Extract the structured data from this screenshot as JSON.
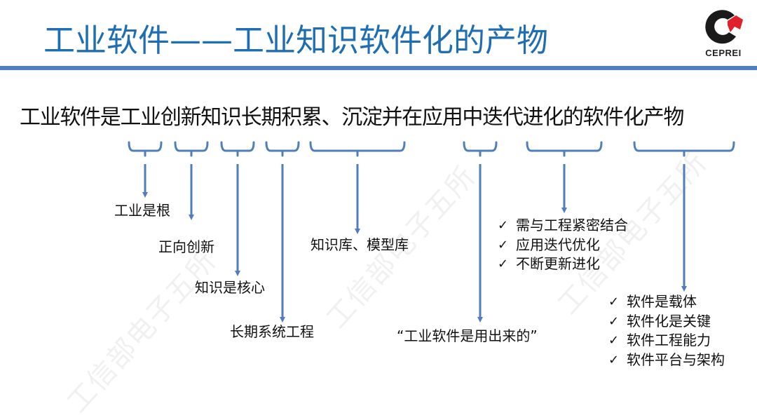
{
  "slide": {
    "title": "工业软件——工业知识软件化的产物",
    "logo": {
      "name": "CEPREI",
      "text": "CEPREI"
    },
    "colors": {
      "title": "#1f6db3",
      "header_bar": "#4f7fbf",
      "bracket": "#4f7dbd",
      "logo_red": "#e0202a"
    },
    "sentence": "工业软件是工业创新知识长期积累、沉淀并在应用中迭代进化的软件化产物",
    "labels": {
      "industry_root": "工业是根",
      "forward_innovation": "正向创新",
      "knowledge_core": "知识是核心",
      "long_term_engineering": "长期系统工程",
      "knowledge_model_base": "知识库、模型库",
      "used_out": "“工业软件是用出来的”"
    },
    "iteration_checklist": [
      {
        "check": "✓",
        "text": "需与工程紧密结合"
      },
      {
        "check": "✓",
        "text": "应用迭代优化"
      },
      {
        "check": "✓",
        "text": "不断更新进化"
      }
    ],
    "software_checklist": [
      {
        "check": "✓",
        "text": "软件是载体"
      },
      {
        "check": "✓",
        "text": "软件化是关键"
      },
      {
        "check": "✓",
        "text": "软件工程能力"
      },
      {
        "check": "✓",
        "text": "软件平台与架构"
      }
    ],
    "watermark": "工信部电子五所"
  }
}
